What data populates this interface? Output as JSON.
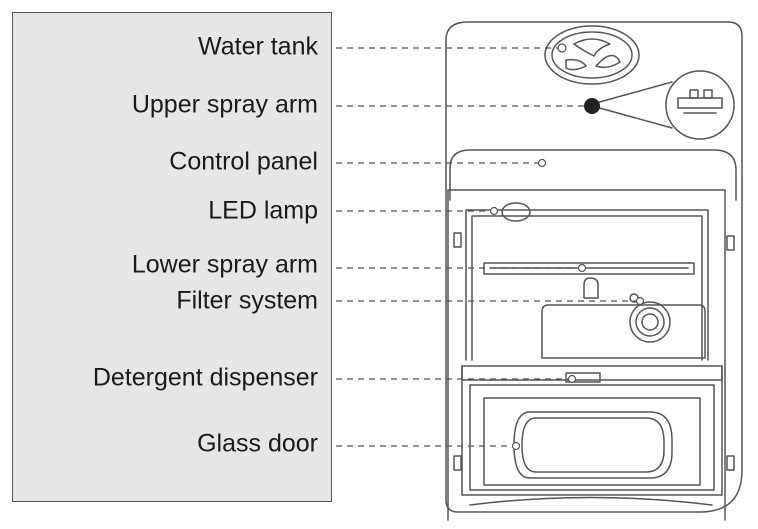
{
  "labels": {
    "water_tank": "Water tank",
    "upper_spray_arm": "Upper spray arm",
    "control_panel": "Control panel",
    "led_lamp": "LED lamp",
    "lower_spray_arm": "Lower spray arm",
    "filter_system": "Filter system",
    "detergent_dispenser": "Detergent dispenser",
    "glass_door": "Glass door"
  },
  "colors": {
    "line": "#555555",
    "panel_bg": "#e6e6e6",
    "text": "#1a1a1a",
    "marker": "#222222"
  }
}
